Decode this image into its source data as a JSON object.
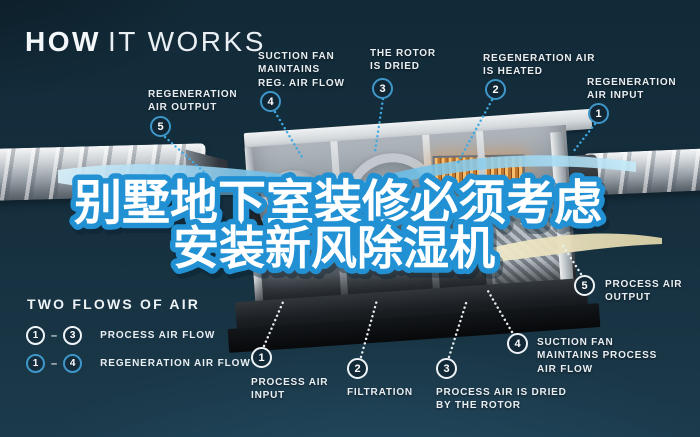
{
  "title": {
    "bold": "HOW",
    "light": "IT WORKS"
  },
  "overlay_text": {
    "line1": "别墅地下室装修必须考虑",
    "line2": "安装新风除湿机"
  },
  "legend": {
    "heading": "TWO FLOWS OF AIR",
    "rows": [
      {
        "from": "1",
        "dash": "–",
        "to": "3",
        "label": "PROCESS AIR FLOW",
        "flow": "process"
      },
      {
        "from": "1",
        "dash": "–",
        "to": "4",
        "label": "REGENERATION AIR FLOW",
        "flow": "regeneration"
      }
    ]
  },
  "callouts": [
    {
      "num": "5",
      "label": "REGENERATION\nAIR OUTPUT",
      "flow": "regeneration"
    },
    {
      "num": "4",
      "label": "SUCTION FAN\nMAINTAINS\nREG. AIR FLOW",
      "flow": "regeneration"
    },
    {
      "num": "3",
      "label": "THE ROTOR\nIS DRIED",
      "flow": "regeneration"
    },
    {
      "num": "2",
      "label": "REGENERATION AIR\nIS HEATED",
      "flow": "regeneration"
    },
    {
      "num": "1",
      "label": "REGENERATION\nAIR INPUT",
      "flow": "regeneration"
    },
    {
      "num": "1",
      "label": "PROCESS AIR\nINPUT",
      "flow": "process"
    },
    {
      "num": "2",
      "label": "FILTRATION",
      "flow": "process"
    },
    {
      "num": "3",
      "label": "PROCESS AIR IS DRIED\nBY THE ROTOR",
      "flow": "process"
    },
    {
      "num": "4",
      "label": "SUCTION FAN\nMAINTAINS PROCESS\nAIR FLOW",
      "flow": "process"
    },
    {
      "num": "5",
      "label": "PROCESS AIR\nOUTPUT",
      "flow": "process"
    }
  ],
  "colors": {
    "background": "#16303f",
    "process_ring": "#eef3f6",
    "regeneration_ring": "#3e97c9",
    "overlay_fill": "#ffffff",
    "overlay_stroke": "#2191d4",
    "heater_glow": "#f5a04a",
    "airflow_blue": "#45abe0",
    "airflow_cream": "#ece2bd"
  }
}
